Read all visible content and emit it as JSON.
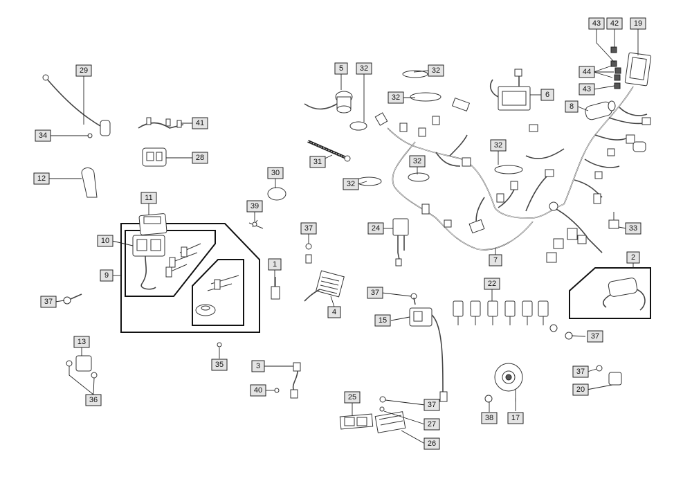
{
  "diagram": {
    "labels": [
      {
        "id": "l19",
        "text": "19"
      },
      {
        "id": "l42",
        "text": "42"
      },
      {
        "id": "l43a",
        "text": "43"
      },
      {
        "id": "l44",
        "text": "44"
      },
      {
        "id": "l43b",
        "text": "43"
      },
      {
        "id": "l8",
        "text": "8"
      },
      {
        "id": "l6",
        "text": "6"
      },
      {
        "id": "l5",
        "text": "5"
      },
      {
        "id": "l32a",
        "text": "32"
      },
      {
        "id": "l32b",
        "text": "32"
      },
      {
        "id": "l32c",
        "text": "32"
      },
      {
        "id": "l32d",
        "text": "32"
      },
      {
        "id": "l32e",
        "text": "32"
      },
      {
        "id": "l32f",
        "text": "32"
      },
      {
        "id": "l29",
        "text": "29"
      },
      {
        "id": "l34",
        "text": "34"
      },
      {
        "id": "l41",
        "text": "41"
      },
      {
        "id": "l28",
        "text": "28"
      },
      {
        "id": "l31",
        "text": "31"
      },
      {
        "id": "l12",
        "text": "12"
      },
      {
        "id": "l30",
        "text": "30"
      },
      {
        "id": "l11",
        "text": "11"
      },
      {
        "id": "l39",
        "text": "39"
      },
      {
        "id": "l10",
        "text": "10"
      },
      {
        "id": "l37a",
        "text": "37"
      },
      {
        "id": "l24",
        "text": "24"
      },
      {
        "id": "l33",
        "text": "33"
      },
      {
        "id": "l7",
        "text": "7"
      },
      {
        "id": "l2",
        "text": "2"
      },
      {
        "id": "l9",
        "text": "9"
      },
      {
        "id": "l1",
        "text": "1"
      },
      {
        "id": "l37b",
        "text": "37"
      },
      {
        "id": "l4",
        "text": "4"
      },
      {
        "id": "l37c",
        "text": "37"
      },
      {
        "id": "l22",
        "text": "22"
      },
      {
        "id": "l15",
        "text": "15"
      },
      {
        "id": "l37d",
        "text": "37"
      },
      {
        "id": "l13",
        "text": "13"
      },
      {
        "id": "l35",
        "text": "35"
      },
      {
        "id": "l3",
        "text": "3"
      },
      {
        "id": "l37e",
        "text": "37"
      },
      {
        "id": "l20",
        "text": "20"
      },
      {
        "id": "l36",
        "text": "36"
      },
      {
        "id": "l40",
        "text": "40"
      },
      {
        "id": "l25",
        "text": "25"
      },
      {
        "id": "l37f",
        "text": "37"
      },
      {
        "id": "l27",
        "text": "27"
      },
      {
        "id": "l38",
        "text": "38"
      },
      {
        "id": "l17",
        "text": "17"
      },
      {
        "id": "l26",
        "text": "26"
      }
    ]
  }
}
